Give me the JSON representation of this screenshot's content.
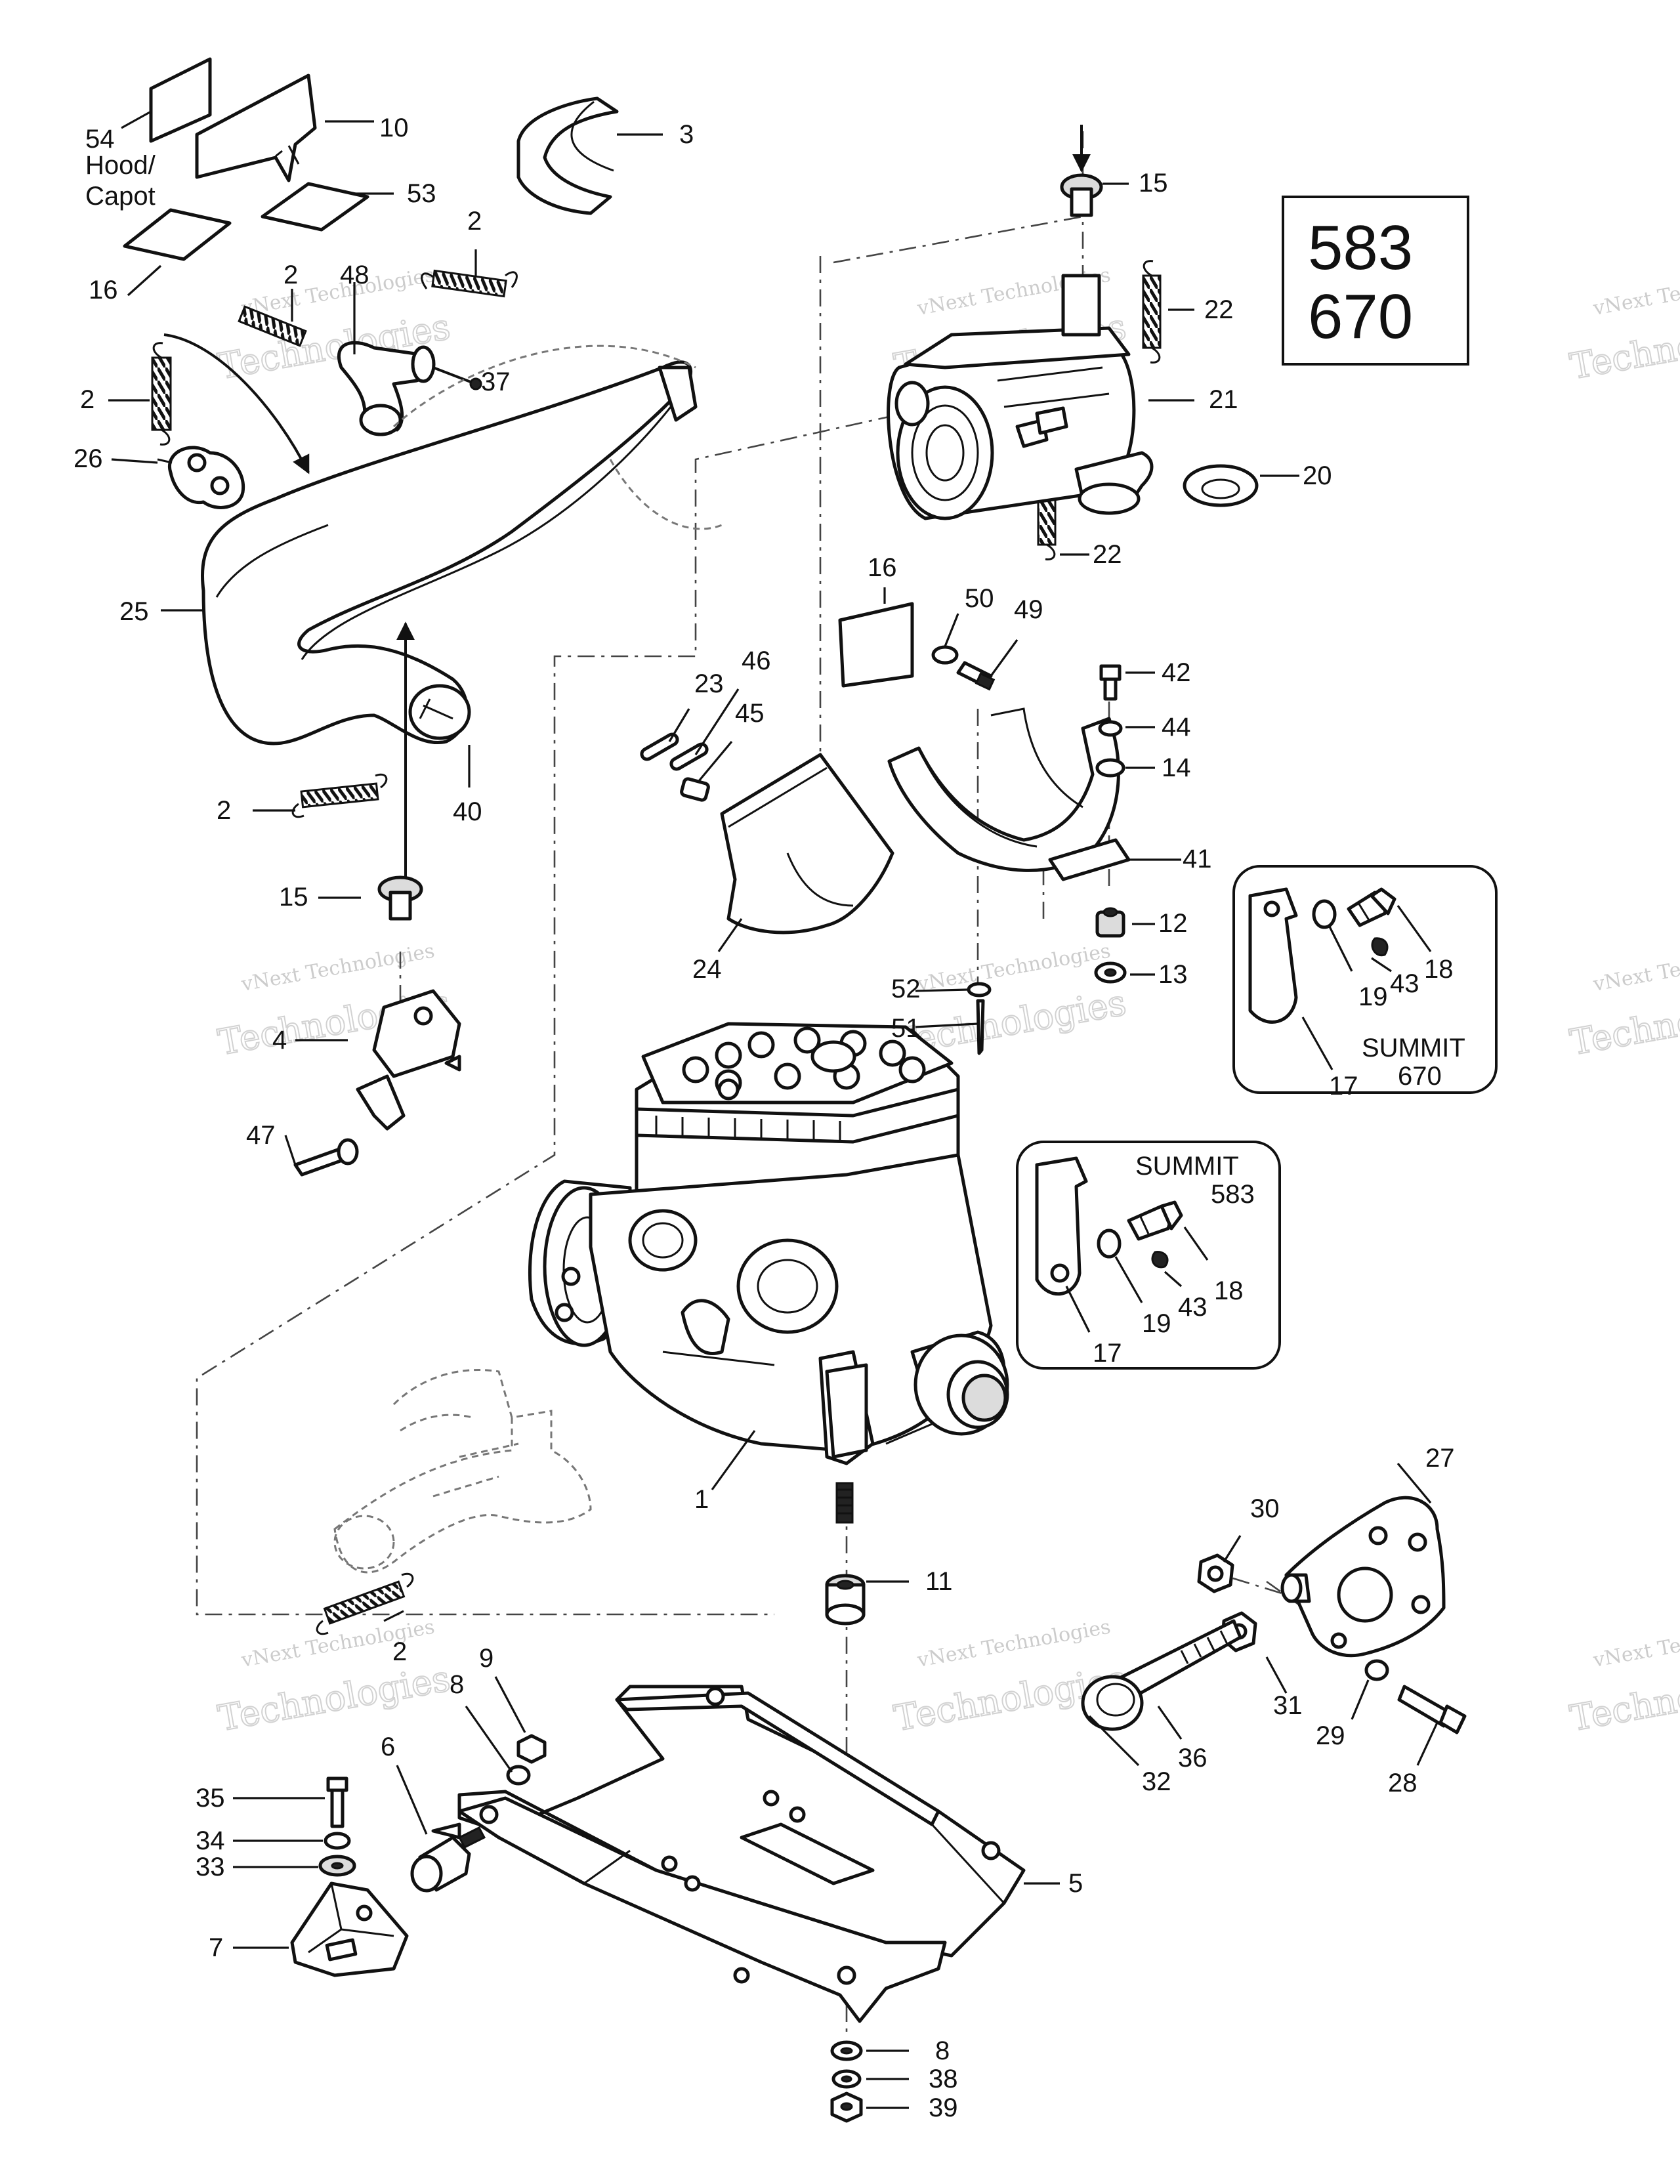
{
  "models_box": {
    "line1": "583",
    "line2": "670"
  },
  "insets": {
    "summit_670": {
      "title": "SUMMIT",
      "model": "670"
    },
    "summit_583": {
      "title": "SUMMIT",
      "model": "583"
    }
  },
  "hood_label": {
    "line1": "Hood/",
    "line2": "Capot"
  },
  "watermark": {
    "line1": "vNext Technologies",
    "line2": "Technologies"
  },
  "labels": [
    {
      "id": "l54",
      "text": "54"
    },
    {
      "id": "l10",
      "text": "10"
    },
    {
      "id": "l3",
      "text": "3"
    },
    {
      "id": "l53",
      "text": "53"
    },
    {
      "id": "l16a",
      "text": "16"
    },
    {
      "id": "l2a",
      "text": "2"
    },
    {
      "id": "l2b",
      "text": "2"
    },
    {
      "id": "l48",
      "text": "48"
    },
    {
      "id": "l37",
      "text": "37"
    },
    {
      "id": "l2c",
      "text": "2"
    },
    {
      "id": "l26",
      "text": "26"
    },
    {
      "id": "l25",
      "text": "25"
    },
    {
      "id": "l2d",
      "text": "2"
    },
    {
      "id": "l40",
      "text": "40"
    },
    {
      "id": "l15a",
      "text": "15"
    },
    {
      "id": "l4",
      "text": "4"
    },
    {
      "id": "l47",
      "text": "47"
    },
    {
      "id": "l15b",
      "text": "15"
    },
    {
      "id": "l22a",
      "text": "22"
    },
    {
      "id": "l21",
      "text": "21"
    },
    {
      "id": "l20",
      "text": "20"
    },
    {
      "id": "l22b",
      "text": "22"
    },
    {
      "id": "l16b",
      "text": "16"
    },
    {
      "id": "l50",
      "text": "50"
    },
    {
      "id": "l49",
      "text": "49"
    },
    {
      "id": "l42",
      "text": "42"
    },
    {
      "id": "l44",
      "text": "44"
    },
    {
      "id": "l14",
      "text": "14"
    },
    {
      "id": "l41",
      "text": "41"
    },
    {
      "id": "l12",
      "text": "12"
    },
    {
      "id": "l13",
      "text": "13"
    },
    {
      "id": "l23",
      "text": "23"
    },
    {
      "id": "l46",
      "text": "46"
    },
    {
      "id": "l45",
      "text": "45"
    },
    {
      "id": "l24",
      "text": "24"
    },
    {
      "id": "l52",
      "text": "52"
    },
    {
      "id": "l51",
      "text": "51"
    },
    {
      "id": "l18a",
      "text": "18"
    },
    {
      "id": "l19a",
      "text": "19"
    },
    {
      "id": "l43a",
      "text": "43"
    },
    {
      "id": "l17a",
      "text": "17"
    },
    {
      "id": "l18b",
      "text": "18"
    },
    {
      "id": "l19b",
      "text": "19"
    },
    {
      "id": "l43b",
      "text": "43"
    },
    {
      "id": "l17b",
      "text": "17"
    },
    {
      "id": "l1",
      "text": "1"
    },
    {
      "id": "l11",
      "text": "11"
    },
    {
      "id": "l27",
      "text": "27"
    },
    {
      "id": "l30",
      "text": "30"
    },
    {
      "id": "l31",
      "text": "31"
    },
    {
      "id": "l29",
      "text": "29"
    },
    {
      "id": "l28",
      "text": "28"
    },
    {
      "id": "l36",
      "text": "36"
    },
    {
      "id": "l32",
      "text": "32"
    },
    {
      "id": "l2e",
      "text": "2"
    },
    {
      "id": "l9",
      "text": "9"
    },
    {
      "id": "l8a",
      "text": "8"
    },
    {
      "id": "l6",
      "text": "6"
    },
    {
      "id": "l35",
      "text": "35"
    },
    {
      "id": "l34",
      "text": "34"
    },
    {
      "id": "l33",
      "text": "33"
    },
    {
      "id": "l7",
      "text": "7"
    },
    {
      "id": "l5",
      "text": "5"
    },
    {
      "id": "l8b",
      "text": "8"
    },
    {
      "id": "l38",
      "text": "38"
    },
    {
      "id": "l39",
      "text": "39"
    }
  ]
}
